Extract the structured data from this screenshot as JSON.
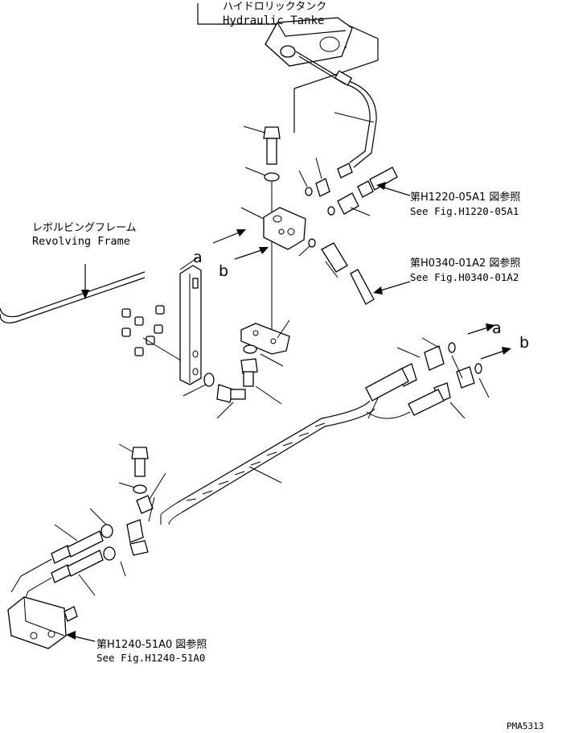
{
  "labels": {
    "tank_jp": "ハイドロリックタンク",
    "tank_en": "Hydraulic Tanke",
    "frame_jp": "レボルビングフレーム",
    "frame_en": "Revolving Frame",
    "ref1_jp": "第H1220-05A1 図参照",
    "ref1_en": "See Fig.H1220-05A1",
    "ref2_jp": "第H0340-01A2 図参照",
    "ref2_en": "See Fig.H0340-01A2",
    "ref3_jp": "第H1240-51A0 図参照",
    "ref3_en": "See Fig.H1240-51A0",
    "letter_a": "a",
    "letter_b": "b",
    "code": "PMA5313"
  }
}
